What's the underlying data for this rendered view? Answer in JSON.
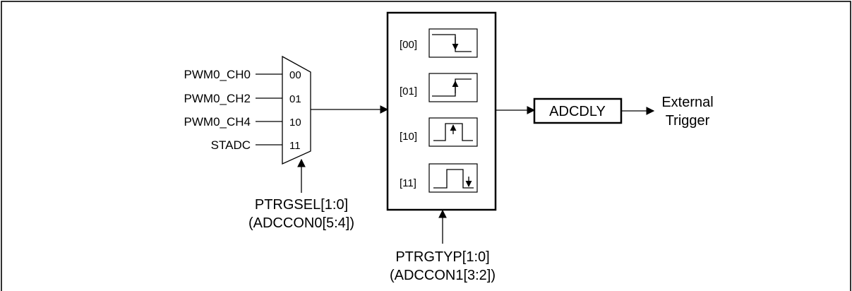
{
  "mux": {
    "inputs": [
      {
        "signal": "PWM0_CH0",
        "select": "00"
      },
      {
        "signal": "PWM0_CH2",
        "select": "01"
      },
      {
        "signal": "PWM0_CH4",
        "select": "10"
      },
      {
        "signal": "STADC",
        "select": "11"
      }
    ],
    "control_line1": "PTRGSEL[1:0]",
    "control_line2": "(ADCCON0[5:4])"
  },
  "trigger_type": {
    "options": [
      {
        "code": "[00]",
        "icon": "falling-edge-icon"
      },
      {
        "code": "[01]",
        "icon": "rising-edge-icon"
      },
      {
        "code": "[10]",
        "icon": "pulse-rising-edge-icon"
      },
      {
        "code": "[11]",
        "icon": "pulse-falling-edge-icon"
      }
    ],
    "control_line1": "PTRGTYP[1:0]",
    "control_line2": "(ADCCON1[3:2])"
  },
  "delay_block": {
    "label": "ADCDLY"
  },
  "output": {
    "line1": "External",
    "line2": "Trigger"
  }
}
